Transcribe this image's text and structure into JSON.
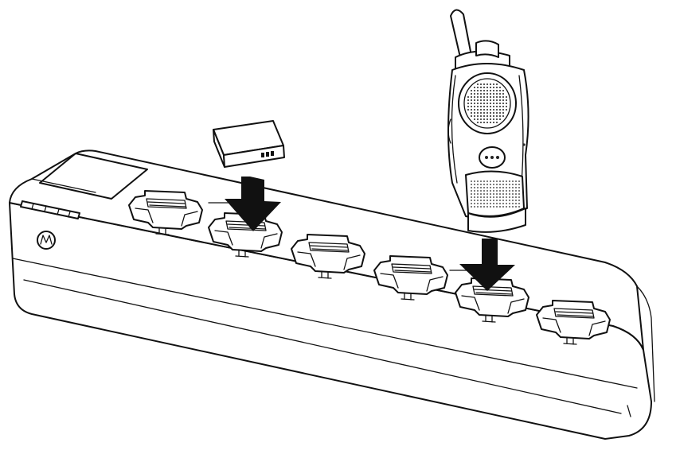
{
  "figure": {
    "subject_icons": {
      "charger": "multi-unit-charger-illustration",
      "battery": "battery-pack-illustration",
      "radio": "two-way-radio-illustration",
      "arrow": "down-arrow-icon",
      "logo": "motorola-logo-icon"
    },
    "colors": {
      "stroke": "#111111",
      "fill": "#ffffff",
      "arrow": "#111111"
    },
    "pocket_count": 6
  }
}
